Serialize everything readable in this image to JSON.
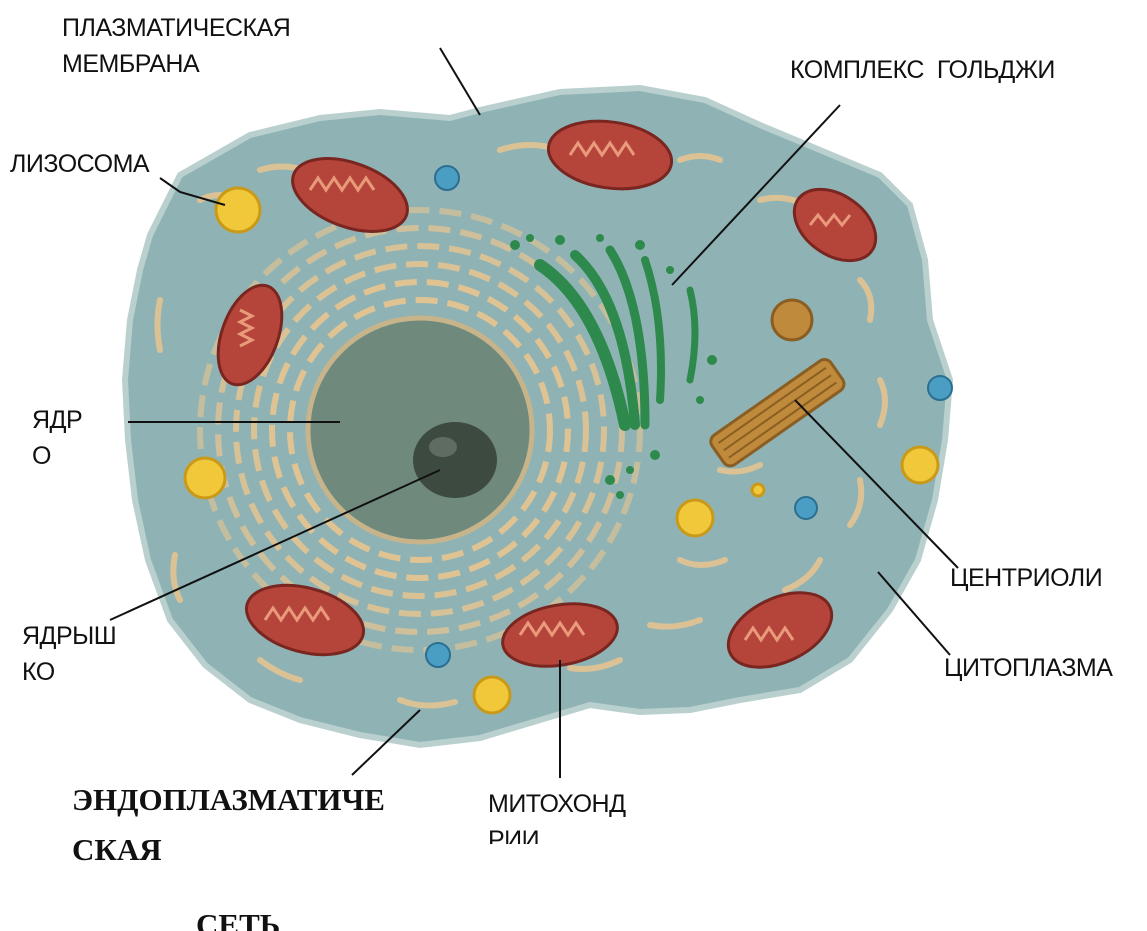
{
  "labels": {
    "plasma_membrane": [
      "ПЛАЗМАТИЧЕСКАЯ",
      "МЕМБРАНА"
    ],
    "golgi": "КОМПЛЕКС  ГОЛЬДЖИ",
    "lysosome": "ЛИЗОСОМА",
    "nucleus": [
      "ЯДР",
      "О"
    ],
    "nucleolus": [
      "ЯДРЫШ",
      "КО"
    ],
    "centrioles": "ЦЕНТРИОЛИ",
    "cytoplasm": "ЦИТОПЛАЗМА",
    "er": [
      "ЭНДОПЛАЗМАТИЧЕ",
      "СКАЯ",
      "СЕТЬ"
    ],
    "mitochondria": [
      "МИТОХОНД",
      "РИИ"
    ]
  },
  "colors": {
    "cytoplasm": "#8fb3b5",
    "membrane": "#b9d0cf",
    "nucleus": "#6f8a7c",
    "nucleolus": "#3d4a40",
    "mitochondria": "#b5443a",
    "er": "#e9c48f",
    "golgi": "#2d8a4c",
    "lysosome": "#f0c83a",
    "vesicle": "#4a9ec4",
    "centriole": "#c08a3c"
  }
}
